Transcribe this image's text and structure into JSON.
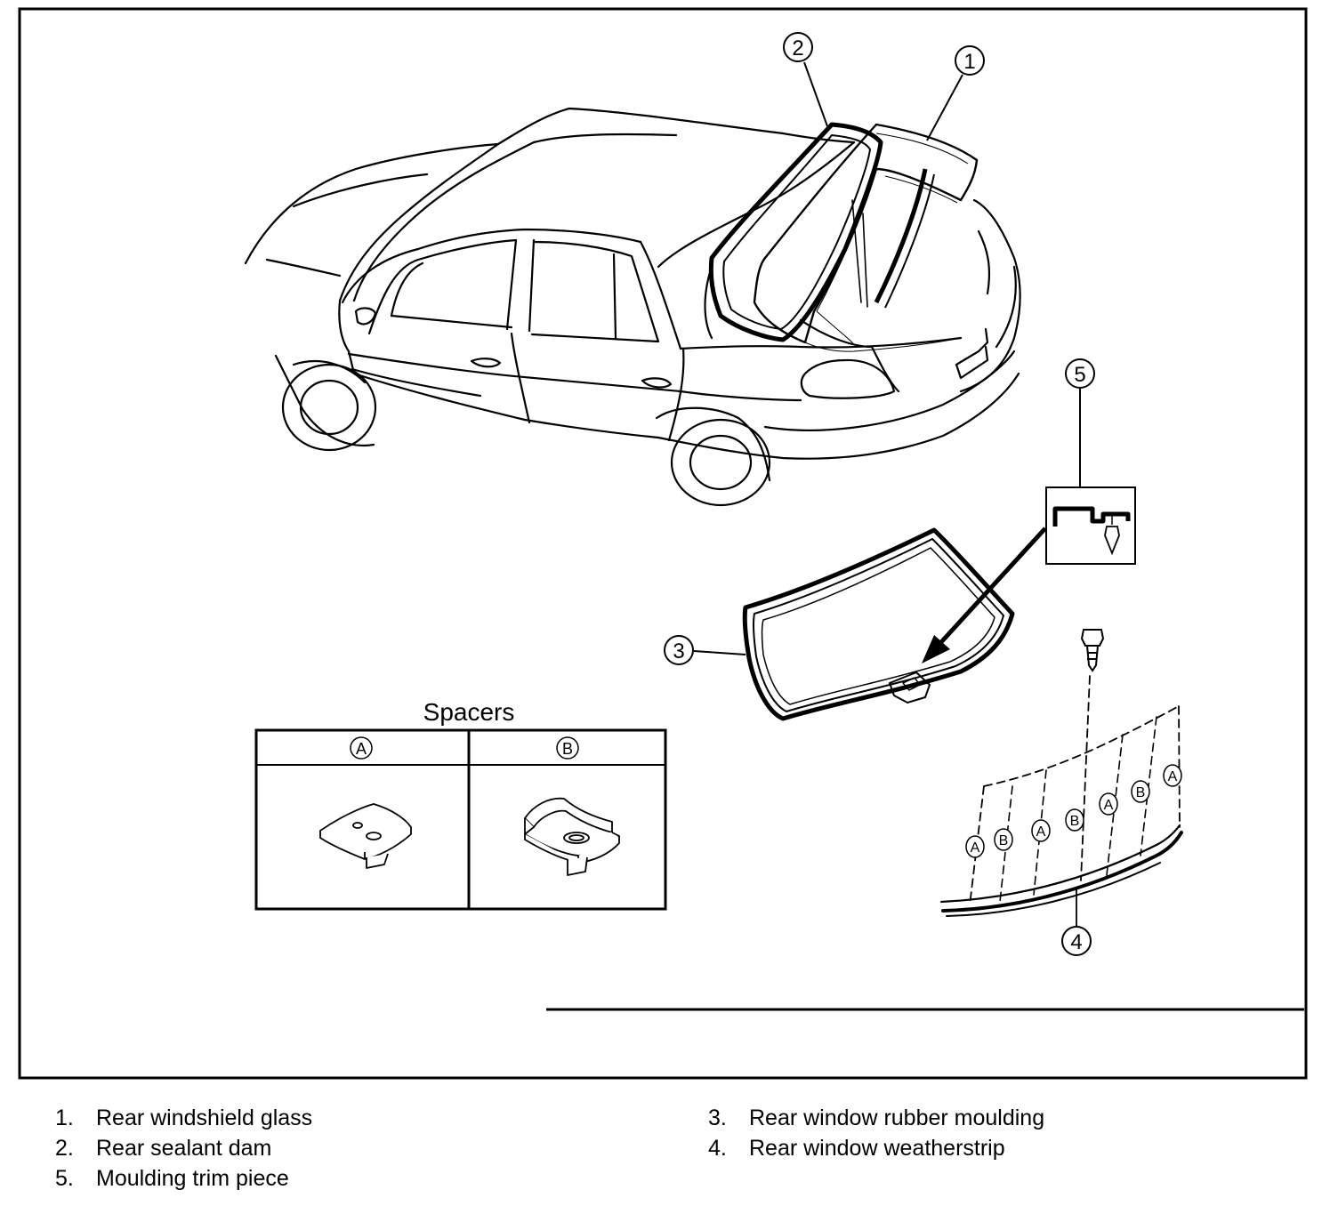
{
  "callouts": {
    "c1": "1",
    "c2": "2",
    "c3": "3",
    "c4": "4",
    "c5": "5"
  },
  "spacers": {
    "title": "Spacers",
    "col_a": "A",
    "col_b": "B"
  },
  "weatherstrip_labels": [
    "A",
    "B",
    "A",
    "B",
    "A",
    "B",
    "A"
  ],
  "legend": {
    "left": [
      {
        "num": "1.",
        "label": "Rear windshield glass"
      },
      {
        "num": "2.",
        "label": "Rear sealant dam"
      },
      {
        "num": "5.",
        "label": "Moulding trim piece"
      }
    ],
    "right": [
      {
        "num": "3.",
        "label": "Rear window rubber moulding"
      },
      {
        "num": "4.",
        "label": "Rear window weatherstrip"
      }
    ]
  }
}
